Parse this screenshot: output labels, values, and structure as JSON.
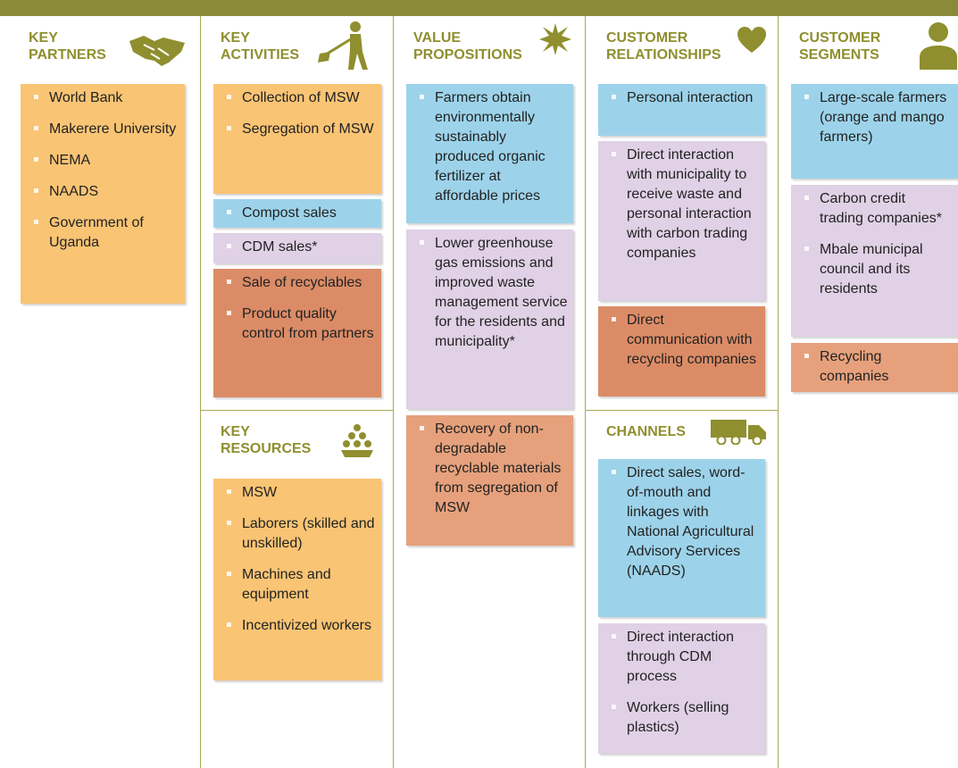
{
  "colors": {
    "header_bar": "#8a8a3b",
    "heading": "#8f8f2f",
    "orange": "#f9c474",
    "blue": "#9dd3ea",
    "lilac": "#e0d1e6",
    "rust": "#db8c67",
    "salmon": "#e6a17c"
  },
  "sections": {
    "key_partners": {
      "line1": "KEY",
      "line2": "PARTNERS",
      "icon": "handshake-icon",
      "items": [
        "World Bank",
        "Makerere University",
        "NEMA",
        "NAADS",
        "Government of Uganda"
      ]
    },
    "key_activities": {
      "line1": "KEY",
      "line2": "ACTIVITIES",
      "icon": "worker-shovel-icon",
      "orange": [
        "Collection of MSW",
        "Segregation of MSW"
      ],
      "blue": [
        "Compost sales"
      ],
      "lilac": [
        "CDM sales*"
      ],
      "rust": [
        "Sale of recyclables",
        "Product quality control from partners"
      ]
    },
    "key_resources": {
      "line1": "KEY",
      "line2": "RESOURCES",
      "icon": "pile-icon",
      "items": [
        "MSW",
        "Laborers (skilled and unskilled)",
        "Machines and equipment",
        "Incentivized workers"
      ]
    },
    "value_propositions": {
      "line1": "VALUE",
      "line2": "PROPOSITIONS",
      "icon": "starburst-icon",
      "blue": [
        "Farmers obtain environmentally sustainably produced organic fertilizer at affordable prices"
      ],
      "lilac": [
        "Lower greenhouse gas emissions and improved waste management service for the residents and municipality*"
      ],
      "salmon": [
        "Recovery of non-degradable recyclable materials from segregation of MSW"
      ]
    },
    "customer_relationships": {
      "line1": "CUSTOMER",
      "line2": "RELATIONSHIPS",
      "icon": "heart-icon",
      "blue": [
        "Personal interaction"
      ],
      "lilac": [
        "Direct interaction with municipality to receive waste and personal interaction with carbon trading companies"
      ],
      "rust": [
        "Direct communication with recycling companies"
      ]
    },
    "channels": {
      "line1": "CHANNELS",
      "icon": "truck-icon",
      "blue": [
        "Direct sales, word-of-mouth and linkages with National Agricultural Advisory Services (NAADS)"
      ],
      "lilac": [
        "Direct interaction through CDM process",
        "Workers (selling plastics)"
      ]
    },
    "customer_segments": {
      "line1": "CUSTOMER",
      "line2": "SEGMENTS",
      "icon": "person-icon",
      "blue": [
        "Large-scale farmers (orange and mango farmers)"
      ],
      "lilac": [
        "Carbon credit trading companies*",
        "Mbale municipal council and its residents"
      ],
      "salmon": [
        "Recycling companies"
      ]
    }
  }
}
